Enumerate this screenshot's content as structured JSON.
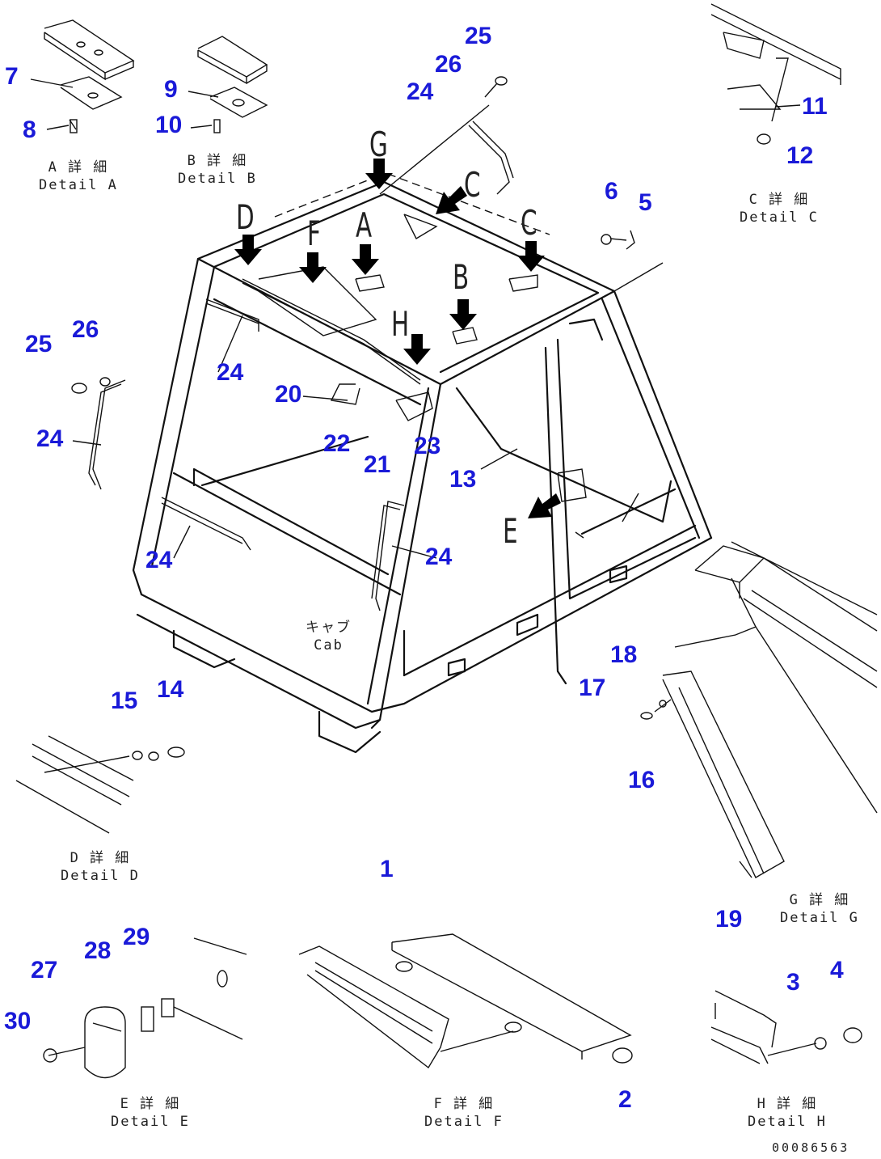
{
  "part_numbers": [
    {
      "id": "p1",
      "label": "1"
    },
    {
      "id": "p2",
      "label": "2"
    },
    {
      "id": "p3",
      "label": "3"
    },
    {
      "id": "p4",
      "label": "4"
    },
    {
      "id": "p5",
      "label": "5"
    },
    {
      "id": "p6",
      "label": "6"
    },
    {
      "id": "p7",
      "label": "7"
    },
    {
      "id": "p8",
      "label": "8"
    },
    {
      "id": "p9",
      "label": "9"
    },
    {
      "id": "p10",
      "label": "10"
    },
    {
      "id": "p11",
      "label": "11"
    },
    {
      "id": "p12",
      "label": "12"
    },
    {
      "id": "p13",
      "label": "13"
    },
    {
      "id": "p14",
      "label": "14"
    },
    {
      "id": "p15",
      "label": "15"
    },
    {
      "id": "p16",
      "label": "16"
    },
    {
      "id": "p17",
      "label": "17"
    },
    {
      "id": "p18",
      "label": "18"
    },
    {
      "id": "p19",
      "label": "19"
    },
    {
      "id": "p20",
      "label": "20"
    },
    {
      "id": "p21",
      "label": "21"
    },
    {
      "id": "p22",
      "label": "22"
    },
    {
      "id": "p23",
      "label": "23"
    },
    {
      "id": "p24a",
      "label": "24"
    },
    {
      "id": "p24b",
      "label": "24"
    },
    {
      "id": "p24c",
      "label": "24"
    },
    {
      "id": "p24d",
      "label": "24"
    },
    {
      "id": "p24e",
      "label": "24"
    },
    {
      "id": "p25a",
      "label": "25"
    },
    {
      "id": "p25b",
      "label": "25"
    },
    {
      "id": "p26a",
      "label": "26"
    },
    {
      "id": "p26b",
      "label": "26"
    },
    {
      "id": "p27",
      "label": "27"
    },
    {
      "id": "p28",
      "label": "28"
    },
    {
      "id": "p29",
      "label": "29"
    },
    {
      "id": "p30",
      "label": "30"
    }
  ],
  "view_letters": [
    {
      "id": "vD",
      "label": "D"
    },
    {
      "id": "vF",
      "label": "F"
    },
    {
      "id": "vA",
      "label": "A"
    },
    {
      "id": "vG",
      "label": "G"
    },
    {
      "id": "vC1",
      "label": "C"
    },
    {
      "id": "vC2",
      "label": "C"
    },
    {
      "id": "vB",
      "label": "B"
    },
    {
      "id": "vH",
      "label": "H"
    },
    {
      "id": "vE",
      "label": "E"
    }
  ],
  "captions": {
    "detail_a": {
      "jp": "A 詳 細",
      "en": "Detail A"
    },
    "detail_b": {
      "jp": "B 詳 細",
      "en": "Detail B"
    },
    "detail_c": {
      "jp": "C 詳 細",
      "en": "Detail C"
    },
    "detail_d": {
      "jp": "D 詳 細",
      "en": "Detail D"
    },
    "detail_e": {
      "jp": "E 詳 細",
      "en": "Detail E"
    },
    "detail_f": {
      "jp": "F 詳 細",
      "en": "Detail F"
    },
    "detail_g": {
      "jp": "G 詳 細",
      "en": "Detail G"
    },
    "detail_h": {
      "jp": "H 詳 細",
      "en": "Detail H"
    },
    "cab": {
      "jp": "キャブ",
      "en": "Cab"
    }
  },
  "document_number": "00086563"
}
